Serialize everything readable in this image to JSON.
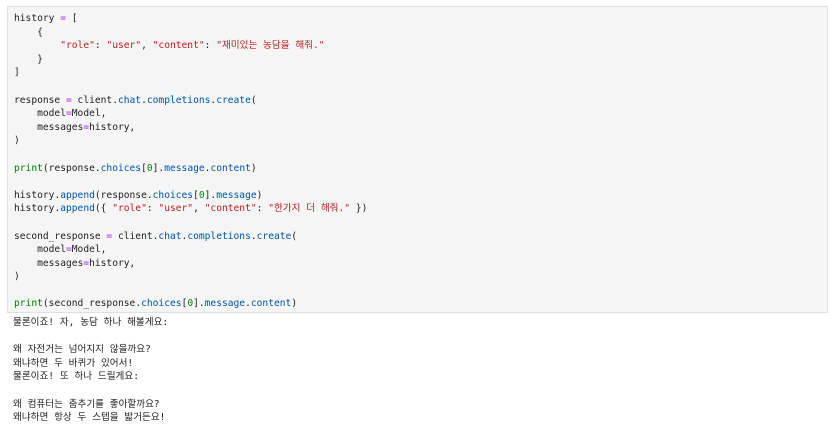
{
  "code_lines": [
    [
      {
        "t": "history "
      },
      {
        "t": "=",
        "c": "op"
      },
      {
        "t": " ["
      }
    ],
    [
      {
        "t": "    {"
      }
    ],
    [
      {
        "t": "        "
      },
      {
        "t": "\"role\"",
        "c": "st"
      },
      {
        "t": ": "
      },
      {
        "t": "\"user\"",
        "c": "st"
      },
      {
        "t": ", "
      },
      {
        "t": "\"content\"",
        "c": "st"
      },
      {
        "t": ": "
      },
      {
        "t": "\"재미있는 농담을 해줘.\"",
        "c": "st"
      }
    ],
    [
      {
        "t": "    }"
      }
    ],
    [
      {
        "t": "]"
      }
    ],
    [],
    [
      {
        "t": "response "
      },
      {
        "t": "=",
        "c": "op"
      },
      {
        "t": " client"
      },
      {
        "t": "."
      },
      {
        "t": "chat",
        "c": "at"
      },
      {
        "t": "."
      },
      {
        "t": "completions",
        "c": "at"
      },
      {
        "t": "."
      },
      {
        "t": "create",
        "c": "at"
      },
      {
        "t": "("
      }
    ],
    [
      {
        "t": "    model"
      },
      {
        "t": "=",
        "c": "op"
      },
      {
        "t": "Model,"
      }
    ],
    [
      {
        "t": "    messages"
      },
      {
        "t": "=",
        "c": "op"
      },
      {
        "t": "history,"
      }
    ],
    [
      {
        "t": ")"
      }
    ],
    [],
    [
      {
        "t": "print",
        "c": "kw"
      },
      {
        "t": "(response"
      },
      {
        "t": "."
      },
      {
        "t": "choices",
        "c": "at"
      },
      {
        "t": "["
      },
      {
        "t": "0",
        "c": "nm"
      },
      {
        "t": "]."
      },
      {
        "t": "message",
        "c": "at"
      },
      {
        "t": "."
      },
      {
        "t": "content",
        "c": "at"
      },
      {
        "t": ")"
      }
    ],
    [],
    [
      {
        "t": "history"
      },
      {
        "t": "."
      },
      {
        "t": "append",
        "c": "at"
      },
      {
        "t": "(response"
      },
      {
        "t": "."
      },
      {
        "t": "choices",
        "c": "at"
      },
      {
        "t": "["
      },
      {
        "t": "0",
        "c": "nm"
      },
      {
        "t": "]."
      },
      {
        "t": "message",
        "c": "at"
      },
      {
        "t": ")"
      }
    ],
    [
      {
        "t": "history"
      },
      {
        "t": "."
      },
      {
        "t": "append",
        "c": "at"
      },
      {
        "t": "({ "
      },
      {
        "t": "\"role\"",
        "c": "st"
      },
      {
        "t": ": "
      },
      {
        "t": "\"user\"",
        "c": "st"
      },
      {
        "t": ", "
      },
      {
        "t": "\"content\"",
        "c": "st"
      },
      {
        "t": ": "
      },
      {
        "t": "\"한가지 더 해줘.\"",
        "c": "st"
      },
      {
        "t": " })"
      }
    ],
    [],
    [
      {
        "t": "second_response "
      },
      {
        "t": "=",
        "c": "op"
      },
      {
        "t": " client"
      },
      {
        "t": "."
      },
      {
        "t": "chat",
        "c": "at"
      },
      {
        "t": "."
      },
      {
        "t": "completions",
        "c": "at"
      },
      {
        "t": "."
      },
      {
        "t": "create",
        "c": "at"
      },
      {
        "t": "("
      }
    ],
    [
      {
        "t": "    model"
      },
      {
        "t": "=",
        "c": "op"
      },
      {
        "t": "Model,"
      }
    ],
    [
      {
        "t": "    messages"
      },
      {
        "t": "=",
        "c": "op"
      },
      {
        "t": "history,"
      }
    ],
    [
      {
        "t": ")"
      }
    ],
    [],
    [
      {
        "t": "print",
        "c": "kw"
      },
      {
        "t": "(second_response"
      },
      {
        "t": "."
      },
      {
        "t": "choices",
        "c": "at"
      },
      {
        "t": "["
      },
      {
        "t": "0",
        "c": "nm"
      },
      {
        "t": "]."
      },
      {
        "t": "message",
        "c": "at"
      },
      {
        "t": "."
      },
      {
        "t": "content",
        "c": "at"
      },
      {
        "t": ")"
      }
    ]
  ],
  "output_lines": [
    "물론이죠! 자, 농담 하나 해볼게요:",
    "",
    "왜 자전거는 넘어지지 않을까요?",
    "왜냐하면 두 바퀴가 있어서!",
    "물론이죠! 또 하나 드릴게요:",
    "",
    "왜 컴퓨터는 춤추기를 좋아할까요?",
    "왜냐하면 항상 두 스텝을 밟거든요!"
  ]
}
